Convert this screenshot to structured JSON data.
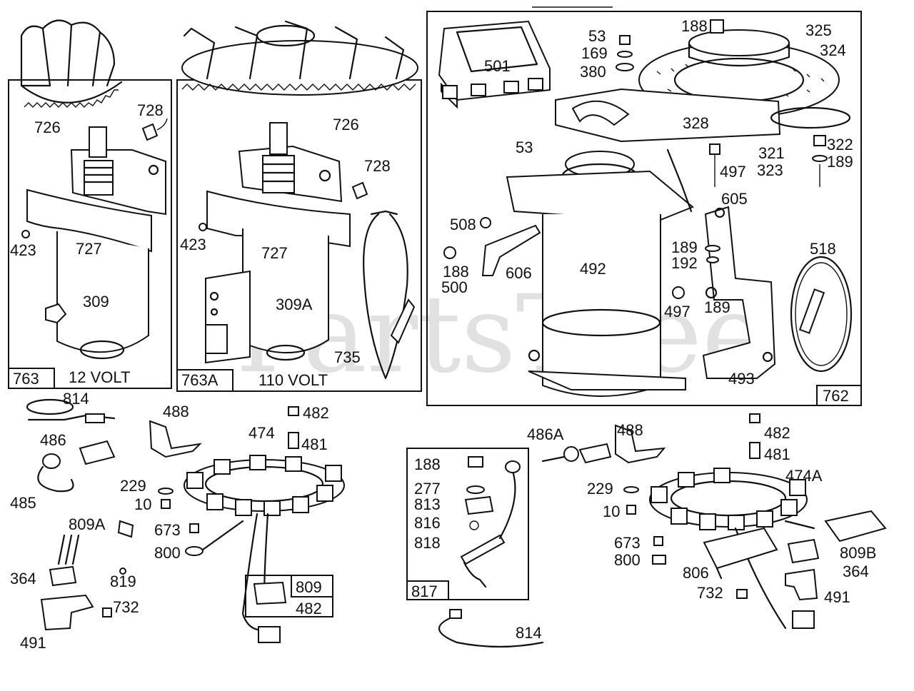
{
  "watermark": "PartsTree",
  "panels": [
    {
      "code": "763",
      "caption": "12 VOLT"
    },
    {
      "code": "763A",
      "caption": "110 VOLT"
    },
    {
      "code": "762",
      "caption": ""
    },
    {
      "code": "817",
      "caption": ""
    },
    {
      "code": "809",
      "caption": ""
    }
  ],
  "labels": {
    "p726a": "726",
    "p728a": "728",
    "p423a": "423",
    "p727a": "727",
    "p309": "309",
    "p726b": "726",
    "p728b": "728",
    "p423b": "423",
    "p727b": "727",
    "p309A": "309A",
    "p735": "735",
    "p501": "501",
    "p188a": "188",
    "p325": "325",
    "p324": "324",
    "p53a": "53",
    "p169": "169",
    "p380": "380",
    "p328": "328",
    "p53b": "53",
    "p321": "321",
    "p323": "323",
    "p322": "322",
    "p189a": "189",
    "p497a": "497",
    "p605": "605",
    "p508": "508",
    "p188b": "188",
    "p500": "500",
    "p606": "606",
    "p492": "492",
    "p189b": "189",
    "p192": "192",
    "p497b": "497",
    "p189c": "189",
    "p518": "518",
    "p493": "493",
    "p814a": "814",
    "p488a": "488",
    "p482a": "482",
    "p474": "474",
    "p486": "486",
    "p481a": "481",
    "p229a": "229",
    "p10a": "10",
    "p485": "485",
    "p809A": "809A",
    "p673a": "673",
    "p800a": "800",
    "p364a": "364",
    "p819": "819",
    "p732a": "732",
    "p491a": "491",
    "p482b": "482",
    "p188c": "188",
    "p277": "277",
    "p813": "813",
    "p816": "816",
    "p818": "818",
    "p814b": "814",
    "p486A": "486A",
    "p488b": "488",
    "p482c": "482",
    "p481b": "481",
    "p474A": "474A",
    "p229b": "229",
    "p10b": "10",
    "p673b": "673",
    "p800b": "800",
    "p806": "806",
    "p809B": "809B",
    "p364b": "364",
    "p732b": "732",
    "p491b": "491"
  }
}
